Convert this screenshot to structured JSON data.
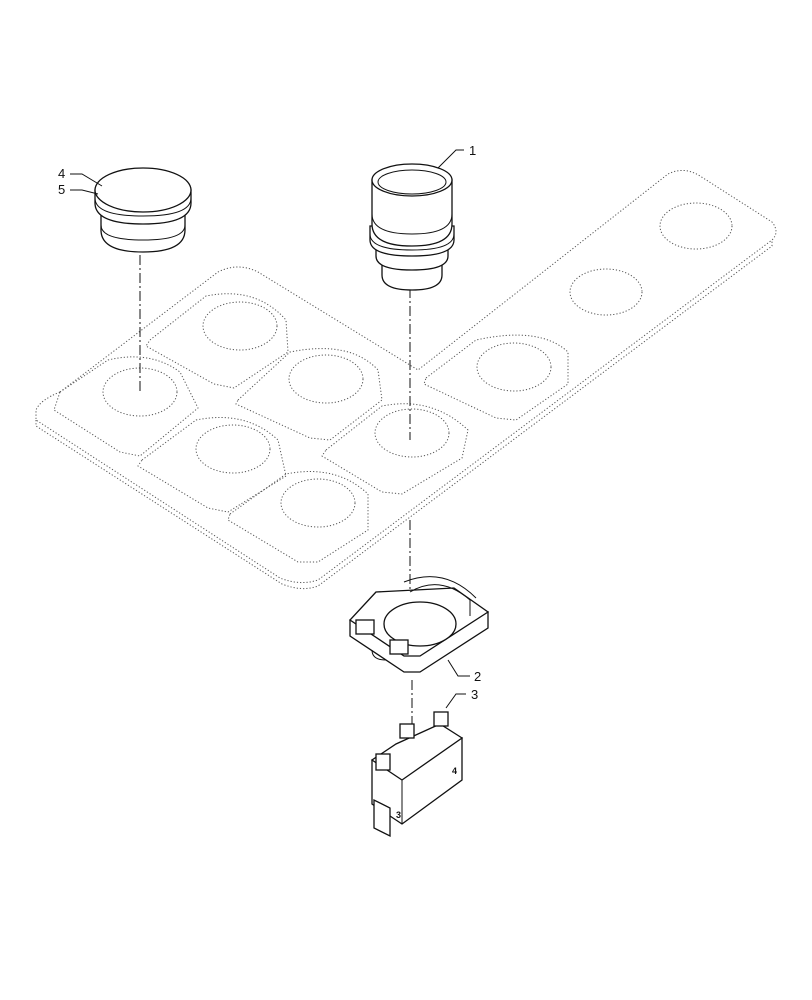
{
  "callouts": [
    {
      "id": "1",
      "label": "1"
    },
    {
      "id": "2",
      "label": "2"
    },
    {
      "id": "3",
      "label": "3"
    },
    {
      "id": "4",
      "label": "4"
    },
    {
      "id": "5",
      "label": "5"
    }
  ],
  "parts": {
    "contact_block_marks": [
      "4",
      "3"
    ]
  },
  "colors": {
    "line": "#111111",
    "phantom": "#555555",
    "background": "#ffffff"
  }
}
